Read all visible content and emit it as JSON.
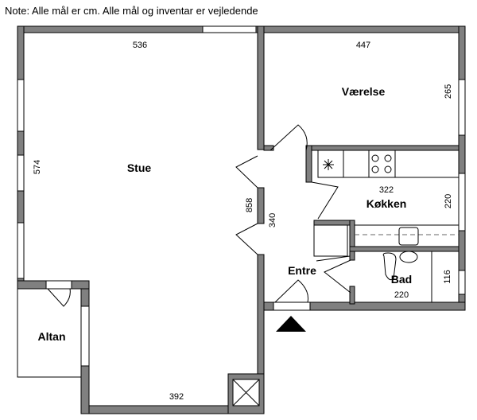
{
  "note": "Note: Alle mål er cm. Alle mål og inventar er vejledende",
  "rooms": {
    "stue": "Stue",
    "vaerelse": "Værelse",
    "kokken": "Køkken",
    "entre": "Entre",
    "bad": "Bad",
    "altan": "Altan"
  },
  "dimensions": {
    "stue_width": "536",
    "stue_height": "574",
    "stue_bottom": "392",
    "total_height": "858",
    "entre_height": "340",
    "vaerelse_width": "447",
    "vaerelse_height": "265",
    "kokken_width": "322",
    "kokken_height": "220",
    "bad_width": "220",
    "bad_height": "116"
  }
}
